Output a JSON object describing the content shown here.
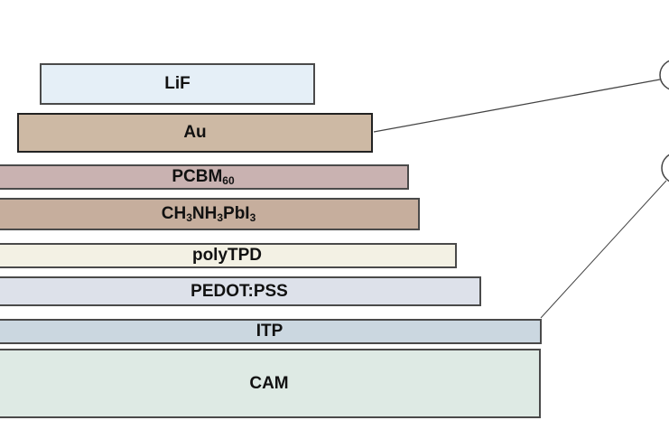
{
  "layers": [
    {
      "id": "lif",
      "label": "LiF",
      "color": "#e5eff7"
    },
    {
      "id": "au",
      "label": "Au",
      "color": "#cdb9a4"
    },
    {
      "id": "pcbm",
      "label": "PCBM",
      "sub": "60",
      "color": "#c9b2b1"
    },
    {
      "id": "perovskite",
      "parts": [
        "CH",
        "3",
        "NH",
        "3",
        "PbI",
        "3"
      ],
      "color": "#c6ae9d"
    },
    {
      "id": "polytpd",
      "label": "polyTPD",
      "color": "#f3f1e4"
    },
    {
      "id": "pedot",
      "label": "PEDOT:PSS",
      "color": "#dde1ea"
    },
    {
      "id": "itp",
      "label": "ITP",
      "color": "#cbd7e0"
    },
    {
      "id": "cam",
      "label": "CAM",
      "color": "#deeae4"
    }
  ]
}
